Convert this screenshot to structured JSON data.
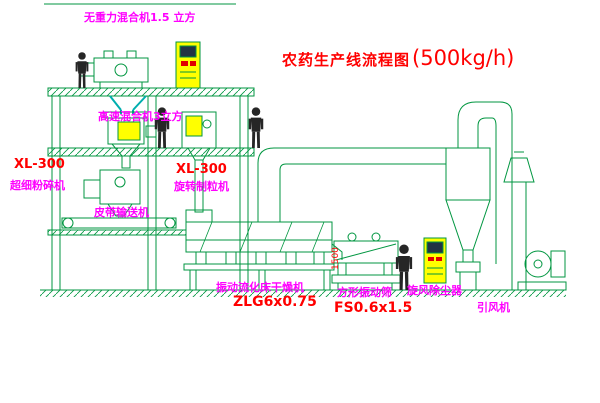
{
  "title": {
    "text": "农药生产线流程图",
    "capacity": "(500kg/h)"
  },
  "labels": {
    "top_mixer": "无重力混合机1.5 立方",
    "high_speed_mixer": "高速混合机3立方",
    "mill_model": "XL-300",
    "mill": "超细粉碎机",
    "granulator_model": "XL-300",
    "granulator": "旋转制粒机",
    "conveyor": "皮带输送机",
    "dryer": "振动流化床干燥机",
    "dryer_model": "ZLG6x0.75",
    "sieve": "方形振动筛",
    "sieve_model": "FS0.6x1.5",
    "cyclone": "旋风除尘器",
    "fan": "引风机",
    "dim_1500": "1500"
  },
  "colors": {
    "line_green": "#009640",
    "cyan": "#00aeae",
    "magenta": "#ff00ff",
    "red": "#ff0000",
    "yellow": "#ffff00",
    "figure": "#262626"
  }
}
